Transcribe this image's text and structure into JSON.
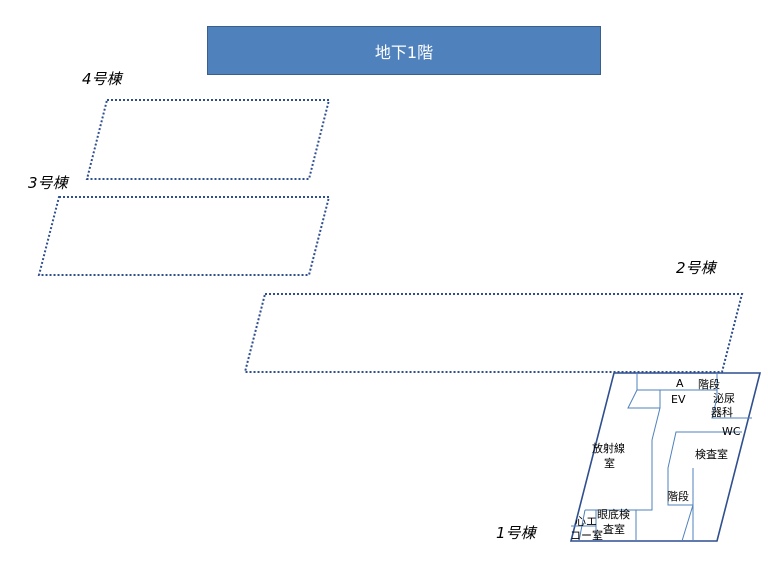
{
  "title": "地下1階",
  "buildings": {
    "b4": "4号棟",
    "b3": "3号棟",
    "b2": "2号棟",
    "b1": "1号棟"
  },
  "rooms": {
    "a": "A",
    "stairs_top": "階段",
    "ev": "EV",
    "urology_1": "泌尿",
    "urology_2": "器科",
    "wc": "WC",
    "radiology_1": "放射線",
    "radiology_2": "室",
    "exam_room": "検査室",
    "stairs_mid": "階段",
    "fundus_1": "眼底検",
    "fundus_2": "査室",
    "ecg_1": "心エ",
    "ecg_2": "コー室"
  },
  "colors": {
    "title_bg": "#4f81bd",
    "outline": "#2f4f8f",
    "inner_line": "#4f81bd"
  }
}
